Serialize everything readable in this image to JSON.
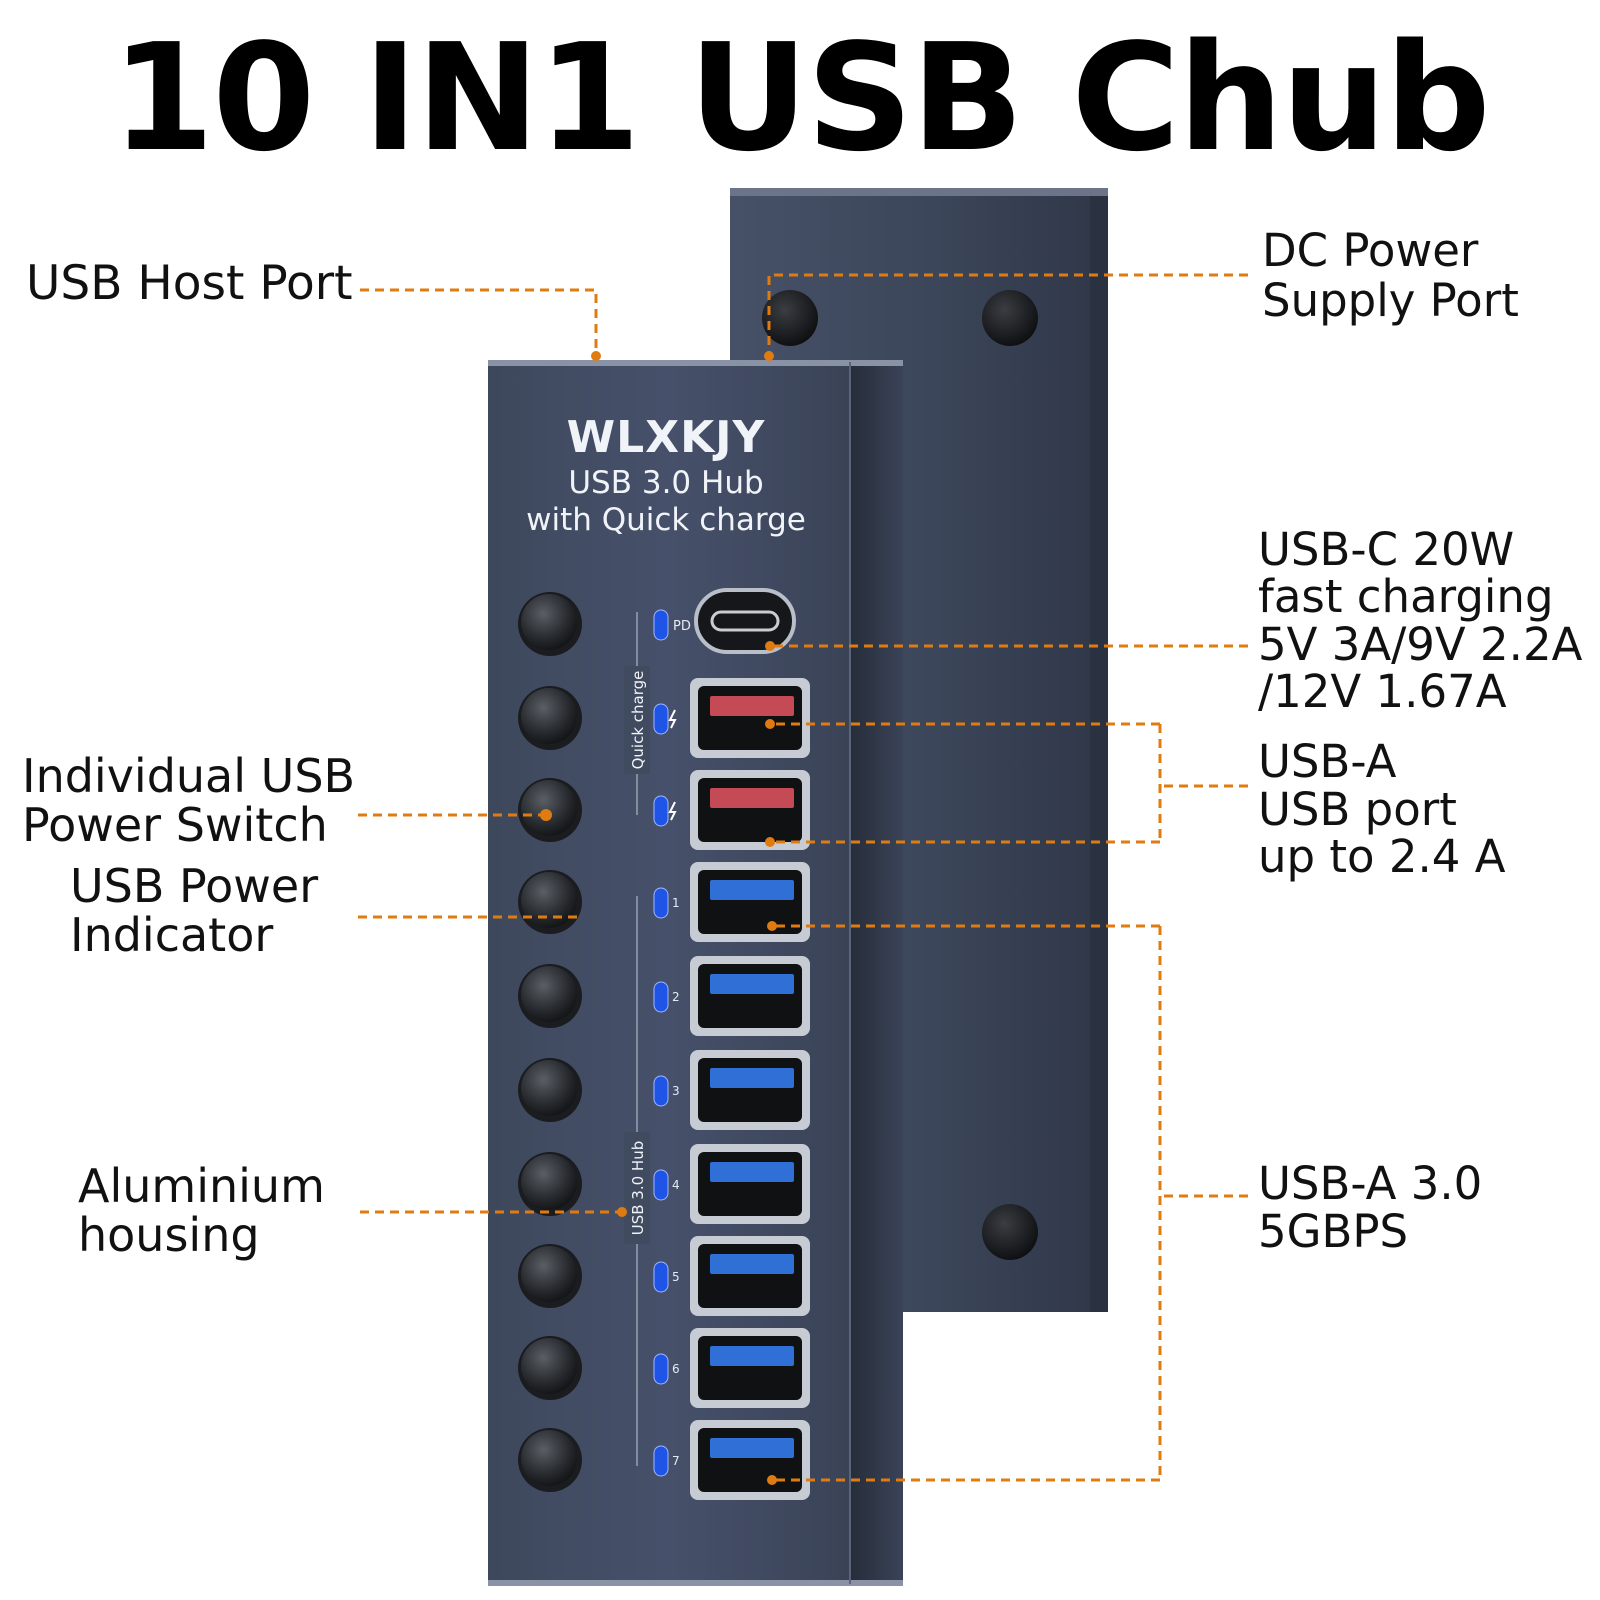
{
  "title": "10 IN1 USB Chub",
  "device": {
    "brand": "WLXKJY",
    "model_line1": "USB 3.0 Hub",
    "model_line2": "with Quick charge",
    "side_label_quick": "Quick charge",
    "side_label_hub": "USB 3.0 Hub",
    "pd_label": "PD",
    "port_numbers": [
      "1",
      "2",
      "3",
      "4",
      "5",
      "6",
      "7"
    ]
  },
  "callouts": {
    "host_port": {
      "lines": [
        "USB Host Port"
      ]
    },
    "dc_power": {
      "lines": [
        "DC Power",
        "Supply Port"
      ]
    },
    "power_switch": {
      "lines": [
        "Individual USB",
        "Power Switch"
      ]
    },
    "power_indicator": {
      "lines": [
        "USB Power",
        "Indicator"
      ]
    },
    "housing": {
      "lines": [
        "Aluminium",
        "housing"
      ]
    },
    "usb_c": {
      "lines": [
        "USB-C 20W",
        "fast charging",
        "5V 3A/9V 2.2A",
        "/12V 1.67A"
      ]
    },
    "usb_a_charge": {
      "lines": [
        "USB-A",
        "USB port",
        "up to 2.4 A"
      ]
    },
    "usb_a3": {
      "lines": [
        "USB-A 3.0",
        "5GBPS"
      ]
    }
  },
  "colors": {
    "leader": "#e07b12",
    "housing": "#3c4558",
    "usb3_blue": "#2f6fd6",
    "quickcharge_red": "#c44a55",
    "led_blue": "#1f55e6"
  }
}
